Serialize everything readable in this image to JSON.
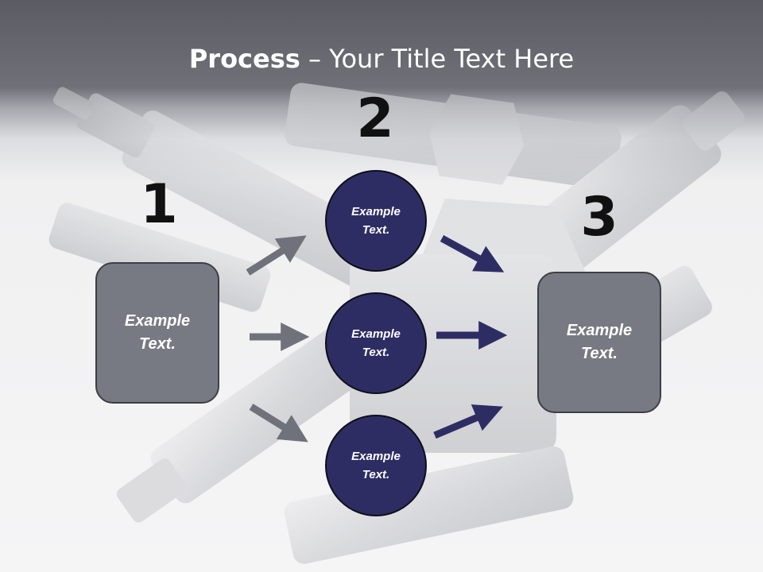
{
  "title": {
    "bold": "Process",
    "rest": " – Your Title Text Here"
  },
  "steps": {
    "one": {
      "number": "1",
      "text": "Example\nText."
    },
    "two": {
      "number": "2"
    },
    "three": {
      "number": "3",
      "text": "Example\nText."
    }
  },
  "circles": [
    {
      "text": "Example\nText."
    },
    {
      "text": "Example\nText."
    },
    {
      "text": "Example\nText."
    }
  ],
  "colors": {
    "box_fill": "#777a83",
    "circle_fill": "#2e2d63",
    "left_arrow": "#70727b",
    "right_arrow": "#2e2d63",
    "title_bar": "#5b5c63"
  }
}
